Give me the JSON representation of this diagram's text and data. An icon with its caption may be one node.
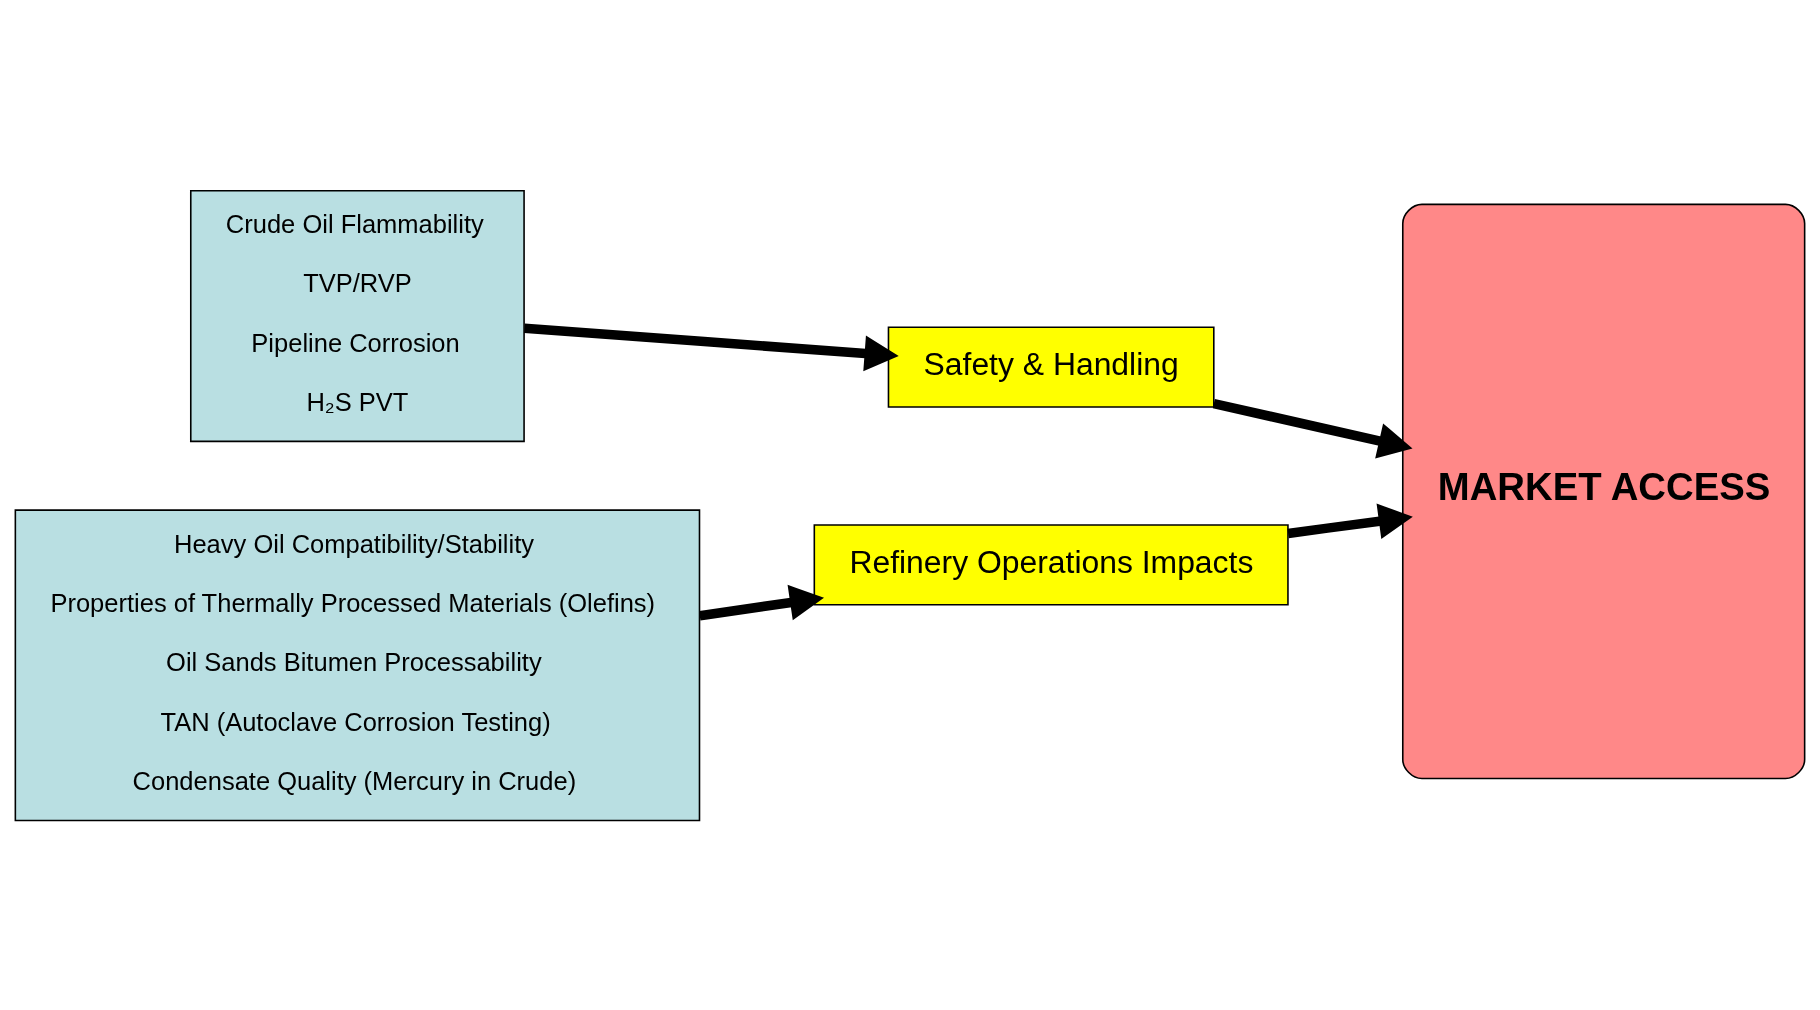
{
  "diagram": {
    "nodes": [
      {
        "text": [
          "Crude Oil Flammability",
          "TVP/RVP",
          "Pipeline Corrosion",
          "H₂S PVT"
        ]
      },
      {
        "text": [
          "Heavy Oil Compatibility/Stability",
          "Properties of Thermally Processed Materials (Olefins)",
          "Oil Sands Bitumen Processability",
          "TAN (Autoclave Corrosion Testing)",
          "Condensate Quality (Mercury in Crude)"
        ]
      },
      {
        "text": [
          "Safety & Handling"
        ]
      },
      {
        "text": [
          "Refinery Operations Impacts"
        ]
      },
      {
        "text": [
          "MARKET ACCESS"
        ]
      }
    ],
    "edges": [
      {
        "from": 0,
        "to": 2,
        "arrow": "to"
      },
      {
        "from": 2,
        "to": 4,
        "arrow": "to"
      },
      {
        "from": 1,
        "to": 3,
        "arrow": "to"
      },
      {
        "from": 3,
        "to": 4,
        "arrow": "to"
      }
    ]
  }
}
